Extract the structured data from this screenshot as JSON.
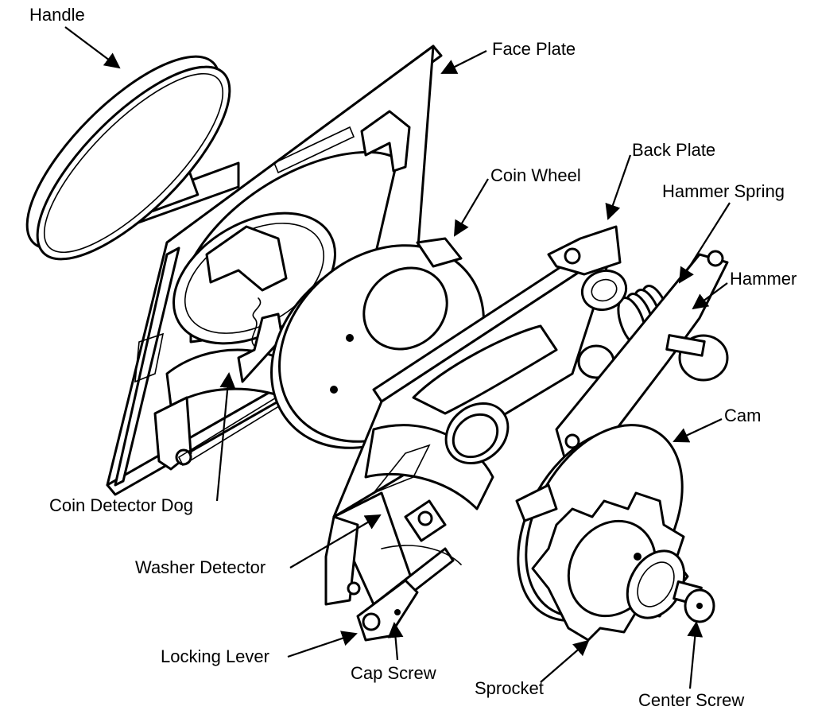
{
  "labels": {
    "handle": "Handle",
    "face_plate": "Face Plate",
    "back_plate": "Back Plate",
    "coin_wheel": "Coin Wheel",
    "hammer_spring": "Hammer Spring",
    "hammer": "Hammer",
    "cam": "Cam",
    "coin_detector_dog": "Coin Detector Dog",
    "washer_detector": "Washer Detector",
    "locking_lever": "Locking Lever",
    "cap_screw": "Cap Screw",
    "sprocket": "Sprocket",
    "center_screw": "Center Screw"
  },
  "colors": {
    "line": "#000000",
    "fill": "#ffffff"
  }
}
